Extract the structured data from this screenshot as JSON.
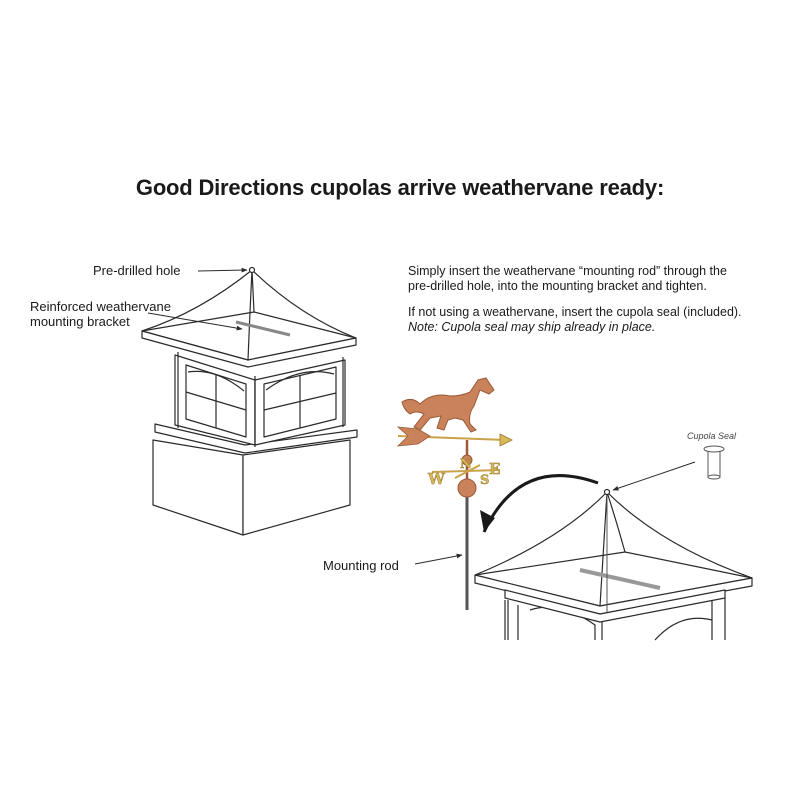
{
  "title": "Good Directions cupolas arrive weathervane ready:",
  "labels": {
    "pre_drilled_hole": "Pre-drilled hole",
    "bracket_line1": "Reinforced weathervane",
    "bracket_line2": "mounting bracket",
    "mounting_rod": "Mounting rod",
    "cupola_seal": "Cupola Seal"
  },
  "instructions": {
    "para1_line1": "Simply insert the weathervane “mounting rod” through the",
    "para1_line2": "pre-drilled hole, into the mounting bracket and tighten.",
    "para2": "If not using a weathervane, insert the cupola seal (included).",
    "note": "Note: Cupola seal may ship already in place."
  },
  "compass_letters": [
    "W",
    "N",
    "S",
    "E"
  ],
  "colors": {
    "copper": "#c9825a",
    "copper_dark": "#9a5a38",
    "gold": "#d9b85a",
    "line": "#2b2b2b"
  }
}
